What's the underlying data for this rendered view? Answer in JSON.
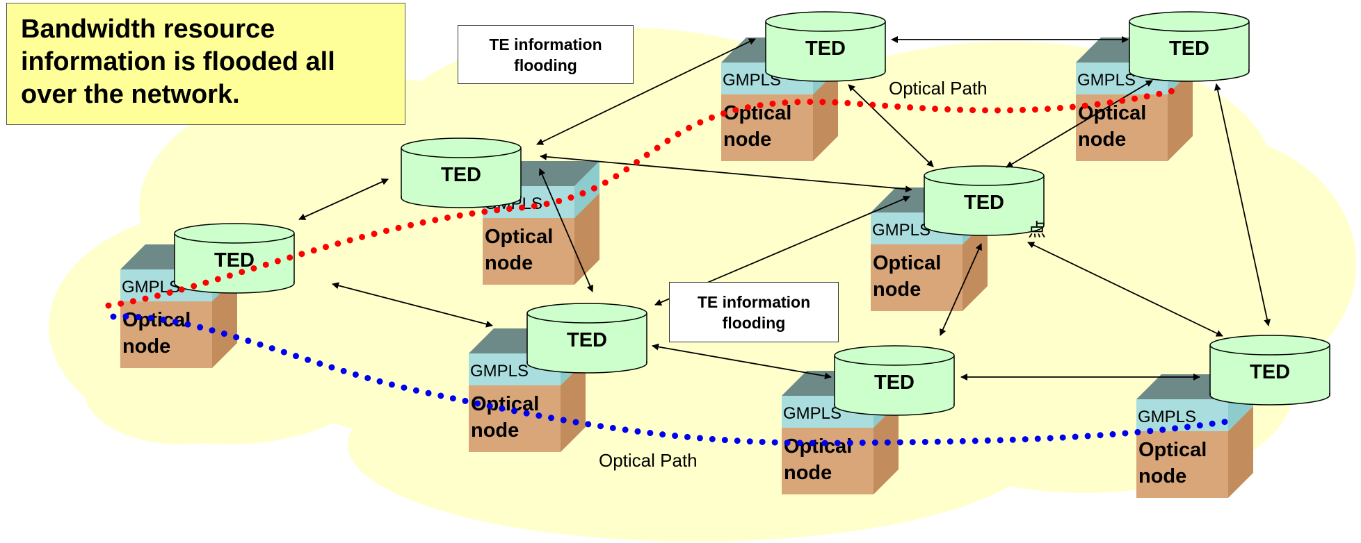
{
  "callout": "Bandwidth resource information is flooded all over the network.",
  "flood_label_1": "TE information flooding",
  "flood_label_2": "TE information flooding",
  "path_label_top": "Optical Path",
  "path_label_bottom": "Optical Path",
  "partial_glyph": "点",
  "ted_label": "TED",
  "gmpls_label": "GMPLS",
  "node_label_line1": "Optical",
  "node_label_line2": "node",
  "colors": {
    "cloud": "#ffffcc",
    "ted_fill": "#ccffcc",
    "gmpls_fill": "#aadddd",
    "node_body": "#d9a679",
    "cube_top": "#6d8a88",
    "red_path": "#ff0000",
    "blue_path": "#0000ee",
    "callout_bg": "#ffff99"
  },
  "units": [
    {
      "id": "u1"
    },
    {
      "id": "u2"
    },
    {
      "id": "u3"
    },
    {
      "id": "u4"
    },
    {
      "id": "u5"
    },
    {
      "id": "u6"
    },
    {
      "id": "u7"
    },
    {
      "id": "u8"
    },
    {
      "id": "u9"
    }
  ]
}
